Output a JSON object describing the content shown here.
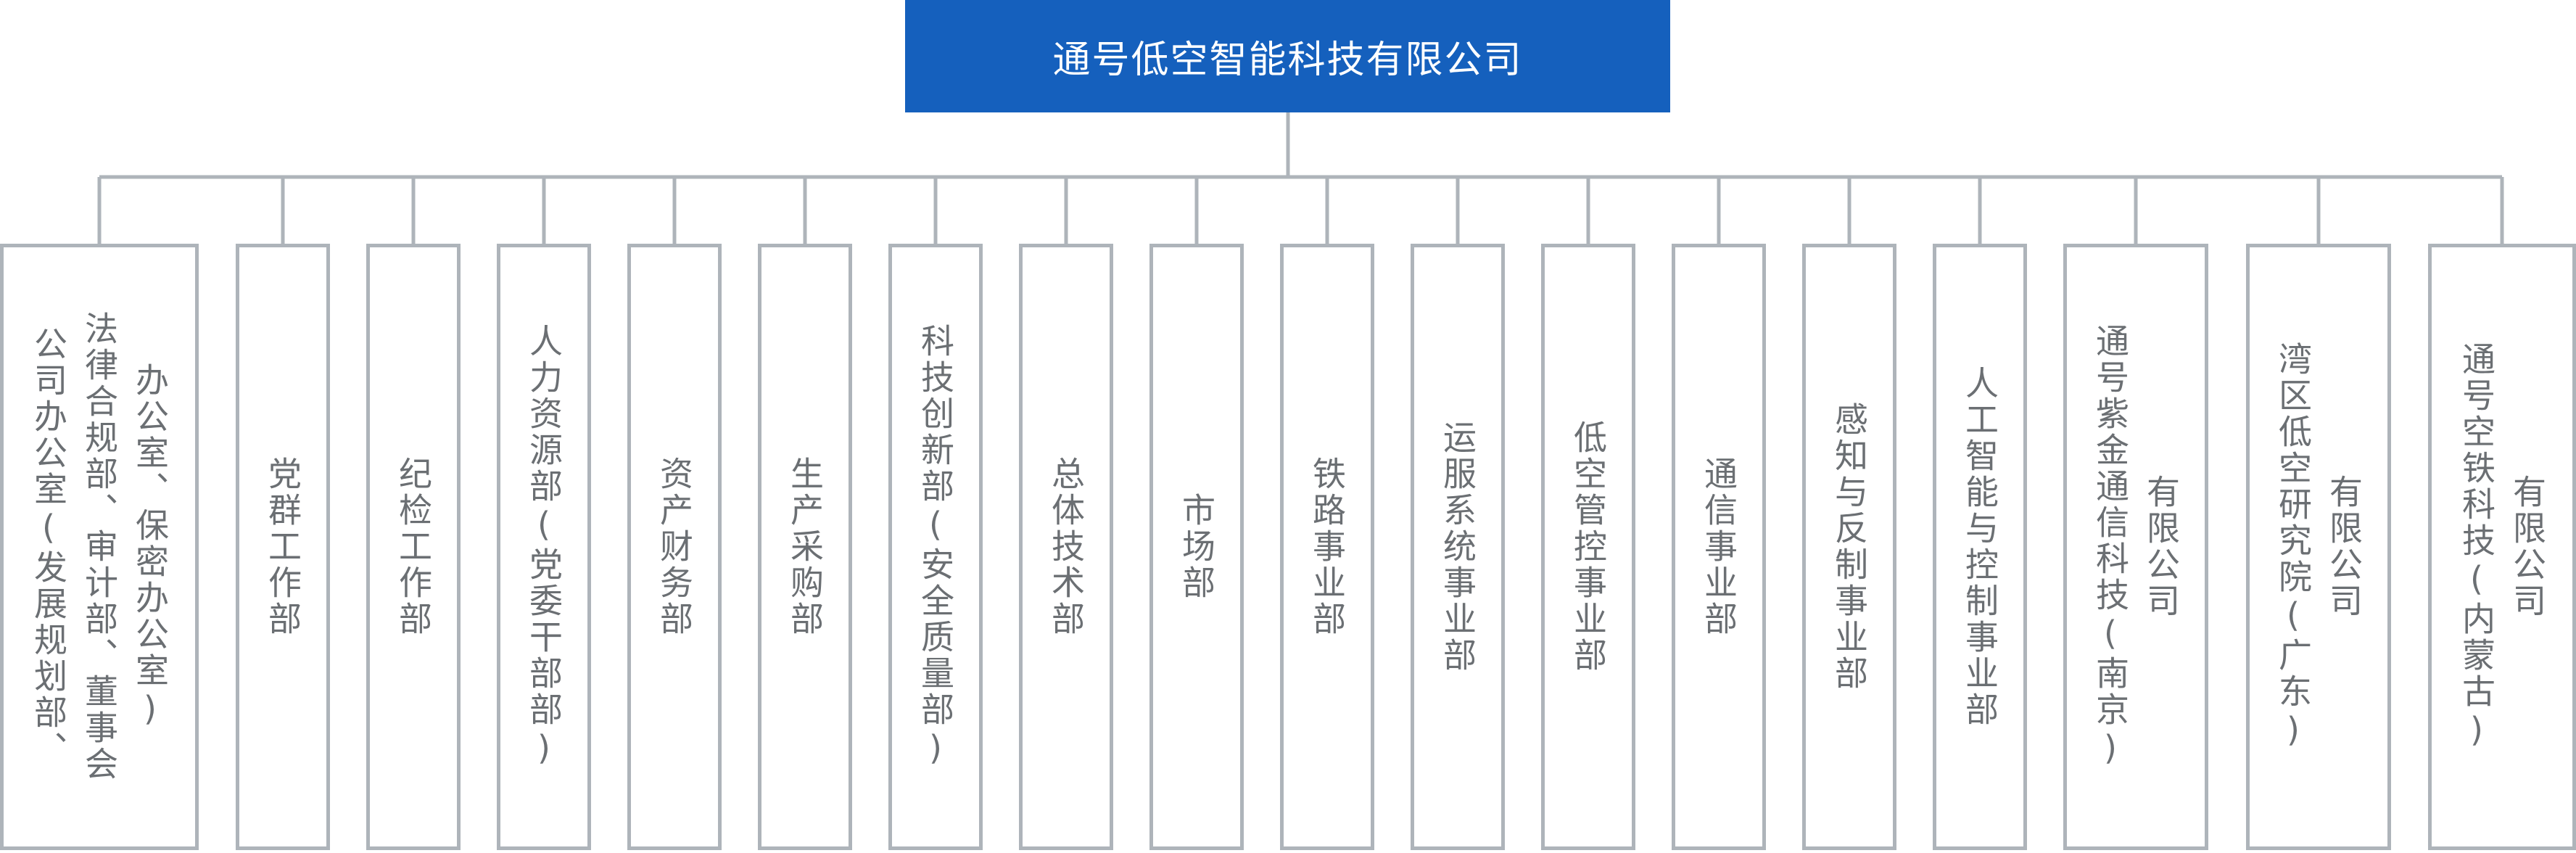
{
  "root": {
    "label": "通号低空智能科技有限公司"
  },
  "colors": {
    "root_bg": "#1560BD",
    "line": "#AEB4BA",
    "text": "#6B6F73"
  },
  "departments": [
    {
      "name": "office",
      "lines": [
        "办公室、保密办公室)",
        "法律合规部、审计部、董事会",
        "公司办公室(发展规划部、"
      ]
    },
    {
      "name": "party-work",
      "lines": [
        "党群工作部"
      ]
    },
    {
      "name": "discipline",
      "lines": [
        "纪检工作部"
      ]
    },
    {
      "name": "hr",
      "lines": [
        "人力资源部(党委干部部)"
      ]
    },
    {
      "name": "finance",
      "lines": [
        "资产财务部"
      ]
    },
    {
      "name": "procurement",
      "lines": [
        "生产采购部"
      ]
    },
    {
      "name": "tech-innovation",
      "lines": [
        "科技创新部(安全质量部)"
      ]
    },
    {
      "name": "general-tech",
      "lines": [
        "总体技术部"
      ]
    },
    {
      "name": "market",
      "lines": [
        "市场部"
      ]
    },
    {
      "name": "railway",
      "lines": [
        "铁路事业部"
      ]
    },
    {
      "name": "operation",
      "lines": [
        "运服系统事业部"
      ]
    },
    {
      "name": "low-altitude-control",
      "lines": [
        "低空管控事业部"
      ]
    },
    {
      "name": "communication",
      "lines": [
        "通信事业部"
      ]
    },
    {
      "name": "sensing",
      "lines": [
        "感知与反制事业部"
      ]
    },
    {
      "name": "ai-control",
      "lines": [
        "人工智能与控制事业部"
      ]
    },
    {
      "name": "zijin",
      "lines": [
        "有限公司",
        "通号紫金通信科技(南京)"
      ]
    },
    {
      "name": "bay-area",
      "lines": [
        "有限公司",
        "湾区低空研究院(广东)"
      ]
    },
    {
      "name": "air-rail",
      "lines": [
        "有限公司",
        "通号空铁科技(内蒙古)"
      ]
    }
  ]
}
